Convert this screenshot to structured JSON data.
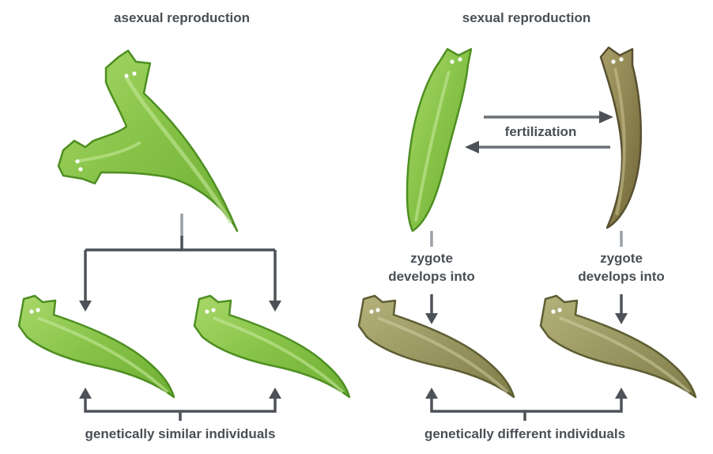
{
  "labels": {
    "asexual_title": "asexual reproduction",
    "sexual_title": "sexual reproduction",
    "fertilization": "fertilization",
    "zygote_left_1": "zygote",
    "zygote_left_2": "develops into",
    "zygote_right_1": "zygote",
    "zygote_right_2": "develops into",
    "asexual_bottom": "genetically similar individuals",
    "sexual_bottom": "genetically different individuals"
  },
  "colors": {
    "green_body": "#8cc84b",
    "green_edge": "#4e8f22",
    "olive_body": "#9a9a62",
    "olive_edge": "#5e5e34",
    "brown_body": "#8f8655",
    "brown_edge": "#585030",
    "arrow": "#4d5258"
  },
  "icons": [
    "planarian-dividing-icon",
    "planarian-icon",
    "arrow-icon"
  ]
}
